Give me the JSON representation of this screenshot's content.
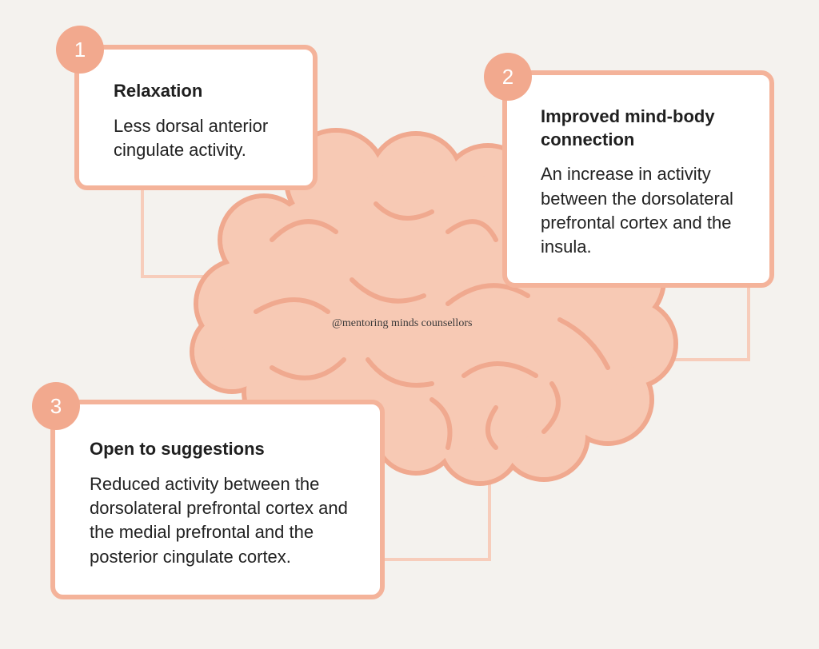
{
  "watermark": "@mentoring minds counsellors",
  "colors": {
    "background": "#f4f2ee",
    "brain_fill": "#f7c9b4",
    "brain_stroke": "#f0a98f",
    "card_border": "#f4b39a",
    "badge": "#f2a98e"
  },
  "items": [
    {
      "number": "1",
      "title": "Relaxation",
      "description": "Less dorsal anterior cingulate activity."
    },
    {
      "number": "2",
      "title": "Improved mind-body connection",
      "description": "An increase in activity between the dorsolateral prefrontal cortex and the insula."
    },
    {
      "number": "3",
      "title": "Open to suggestions",
      "description": "Reduced activity between the dorsolateral prefrontal cortex and the medial prefrontal and the posterior cingulate cortex."
    }
  ]
}
